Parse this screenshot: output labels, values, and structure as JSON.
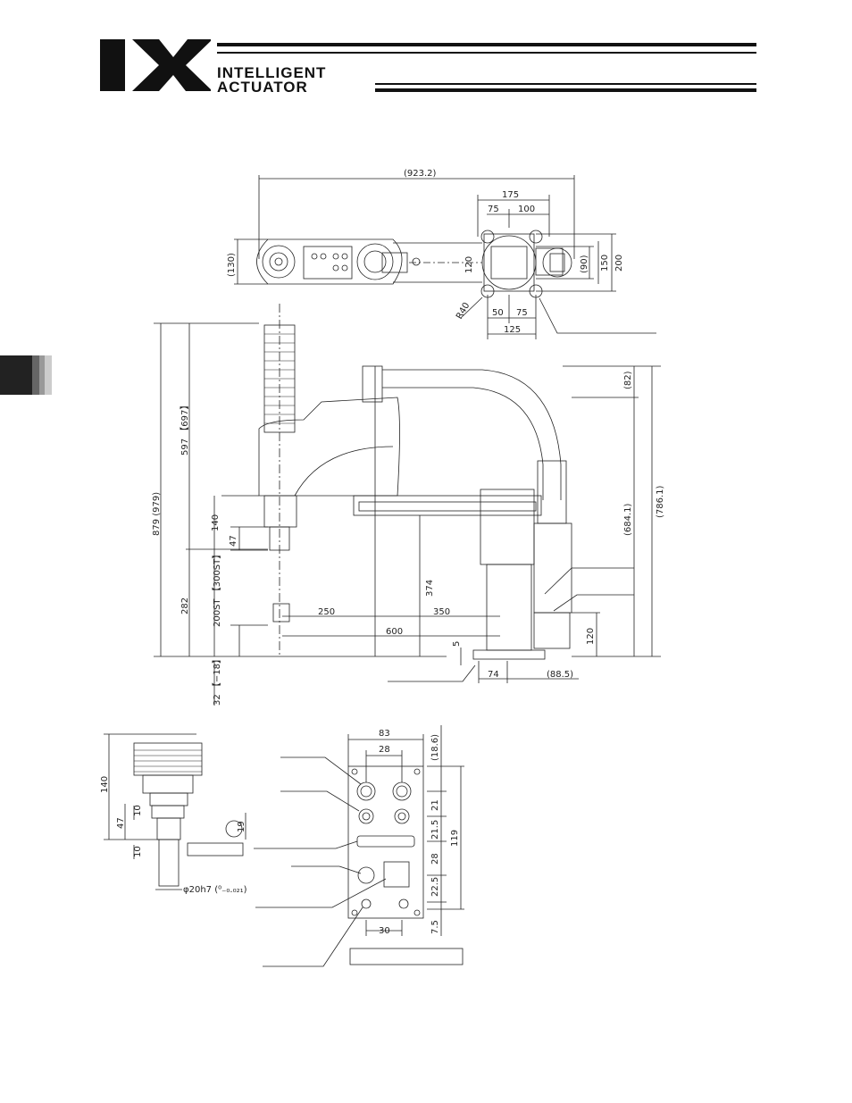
{
  "header": {
    "logo_text": "IX",
    "brand_line1": "INTELLIGENT",
    "brand_line2": "ACTUATOR"
  },
  "top_view": {
    "dims": {
      "overall": "(923.2)",
      "w175": "175",
      "w75": "75",
      "w100": "100",
      "h130": "(130)",
      "h120": "120",
      "h90": "(90)",
      "h150": "150",
      "h200": "200",
      "r40": "R40",
      "w50": "50",
      "w75b": "75",
      "w125": "125"
    }
  },
  "side_view": {
    "dims": {
      "h879": "879 (979)",
      "h597": "597 【697】",
      "h140": "140",
      "h47": "47",
      "h282": "282",
      "st200": "200ST 【300ST】",
      "h32": "32 【−18】",
      "w250": "250",
      "w350": "350",
      "w600": "600",
      "h374": "374",
      "h5": "5",
      "h82": "(82)",
      "h684": "(684.1)",
      "h786": "(786.1)",
      "h120": "120",
      "w74": "74",
      "w885": "(88.5)"
    }
  },
  "shaft_detail": {
    "dims": {
      "h140": "140",
      "h47": "47",
      "h10a": "10",
      "h10b": "10",
      "h19": "19",
      "dia": "φ20h7 (⁰₋₀.₀₂₁)"
    }
  },
  "panel_view": {
    "dims": {
      "w83": "83",
      "w28": "28",
      "w30": "30",
      "h186": "(18.6)",
      "h21": "21",
      "h215": "21.5",
      "h28": "28",
      "h225": "22.5",
      "h75": "7.5",
      "h119": "119"
    }
  }
}
